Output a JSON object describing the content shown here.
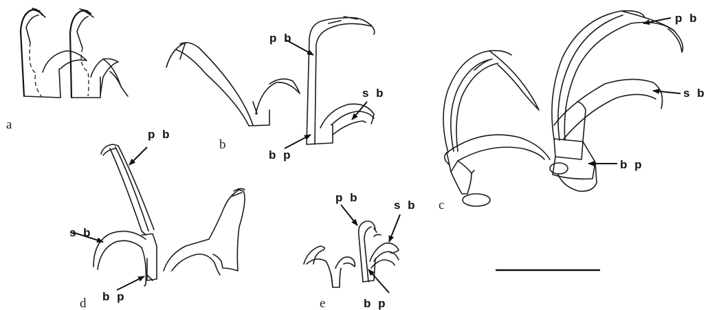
{
  "panels": {
    "a": "a",
    "b": "b",
    "c": "c",
    "d": "d",
    "e": "e"
  },
  "labels": {
    "pb": "p b",
    "sb": "s b",
    "bp": "b p"
  }
}
